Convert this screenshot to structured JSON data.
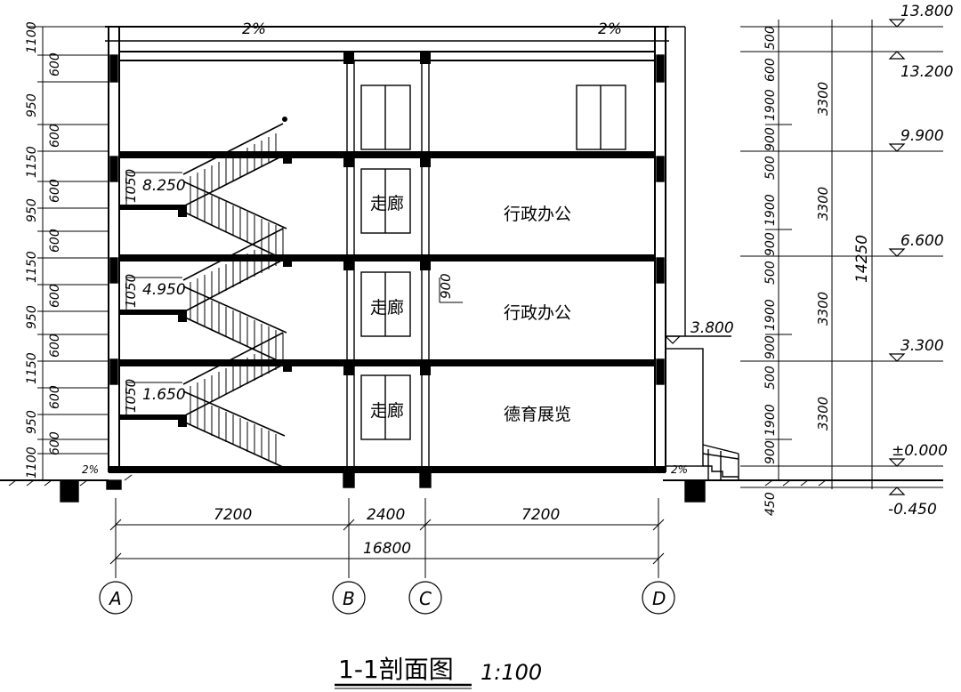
{
  "drawing": {
    "title": "1-1剖面图",
    "scale": "1:100"
  },
  "roof_slopes": [
    "2%",
    "2%"
  ],
  "ground_slopes": [
    "2%",
    "2%"
  ],
  "axes": [
    "A",
    "B",
    "C",
    "D"
  ],
  "bottom_dims": {
    "spans": [
      "7200",
      "2400",
      "7200"
    ],
    "total": "16800"
  },
  "rooms": [
    {
      "name": "走廊",
      "floor": 3
    },
    {
      "name": "行政办公",
      "floor": 3
    },
    {
      "name": "走廊",
      "floor": 2
    },
    {
      "name": "行政办公",
      "floor": 2
    },
    {
      "name": "走廊",
      "floor": 1
    },
    {
      "name": "德育展览",
      "floor": 1
    }
  ],
  "stair_landing_levels": [
    "8.250",
    "4.950",
    "1.650"
  ],
  "landing_rail_heights": [
    "1050",
    "1050",
    "1050"
  ],
  "left_dim_chain": [
    "1100",
    "600",
    "950",
    "600",
    "1150",
    "600",
    "950",
    "600",
    "1150",
    "600",
    "950",
    "600",
    "1150",
    "600",
    "950",
    "600",
    "1100"
  ],
  "right_window_dims": [
    "500",
    "600",
    "1900",
    "900",
    "500",
    "1900",
    "900",
    "500",
    "1900",
    "900",
    "500",
    "1900",
    "900",
    "450"
  ],
  "right_floor_heights": [
    "3300",
    "3300",
    "3300",
    "3300"
  ],
  "overall_height": "14250",
  "inner_window_sill": "900",
  "canopy_level": "3.800",
  "elevations": [
    "13.800",
    "13.200",
    "9.900",
    "6.600",
    "3.300",
    "±0.000",
    "-0.450"
  ]
}
